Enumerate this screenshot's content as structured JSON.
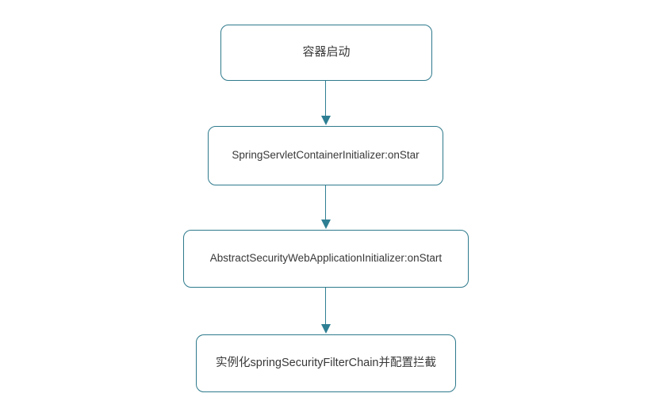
{
  "diagram": {
    "type": "flowchart",
    "direction": "top-down",
    "colors": {
      "node_border": "#2e7a8c",
      "arrow": "#2e7f93",
      "text": "#383838",
      "background": "#ffffff"
    },
    "nodes": [
      {
        "id": "container-start",
        "label": "容器启动"
      },
      {
        "id": "spring-servlet-container-initializer",
        "label": "SpringServletContainerInitializer:onStar"
      },
      {
        "id": "abstract-security-web-application-initializer",
        "label": "AbstractSecurityWebApplicationInitializer:onStart"
      },
      {
        "id": "instantiate-filter-chain",
        "label": "实例化springSecurityFilterChain并配置拦截"
      }
    ],
    "edges": [
      {
        "from": "container-start",
        "to": "spring-servlet-container-initializer"
      },
      {
        "from": "spring-servlet-container-initializer",
        "to": "abstract-security-web-application-initializer"
      },
      {
        "from": "abstract-security-web-application-initializer",
        "to": "instantiate-filter-chain"
      }
    ]
  }
}
